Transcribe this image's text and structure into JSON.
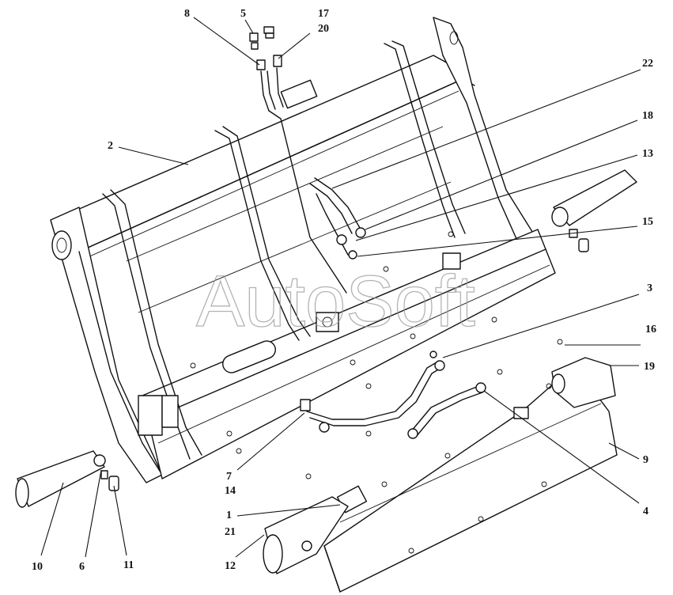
{
  "watermark": "AutoSoft",
  "callouts": {
    "n1": "1",
    "n2": "2",
    "n3": "3",
    "n4": "4",
    "n5": "5",
    "n6": "6",
    "n7": "7",
    "n8": "8",
    "n9": "9",
    "n10": "10",
    "n11": "11",
    "n12": "12",
    "n13": "13",
    "n14": "14",
    "n15": "15",
    "n16": "16",
    "n17": "17",
    "n18": "18",
    "n19": "19",
    "n20": "20",
    "n21": "21",
    "n22": "22"
  }
}
